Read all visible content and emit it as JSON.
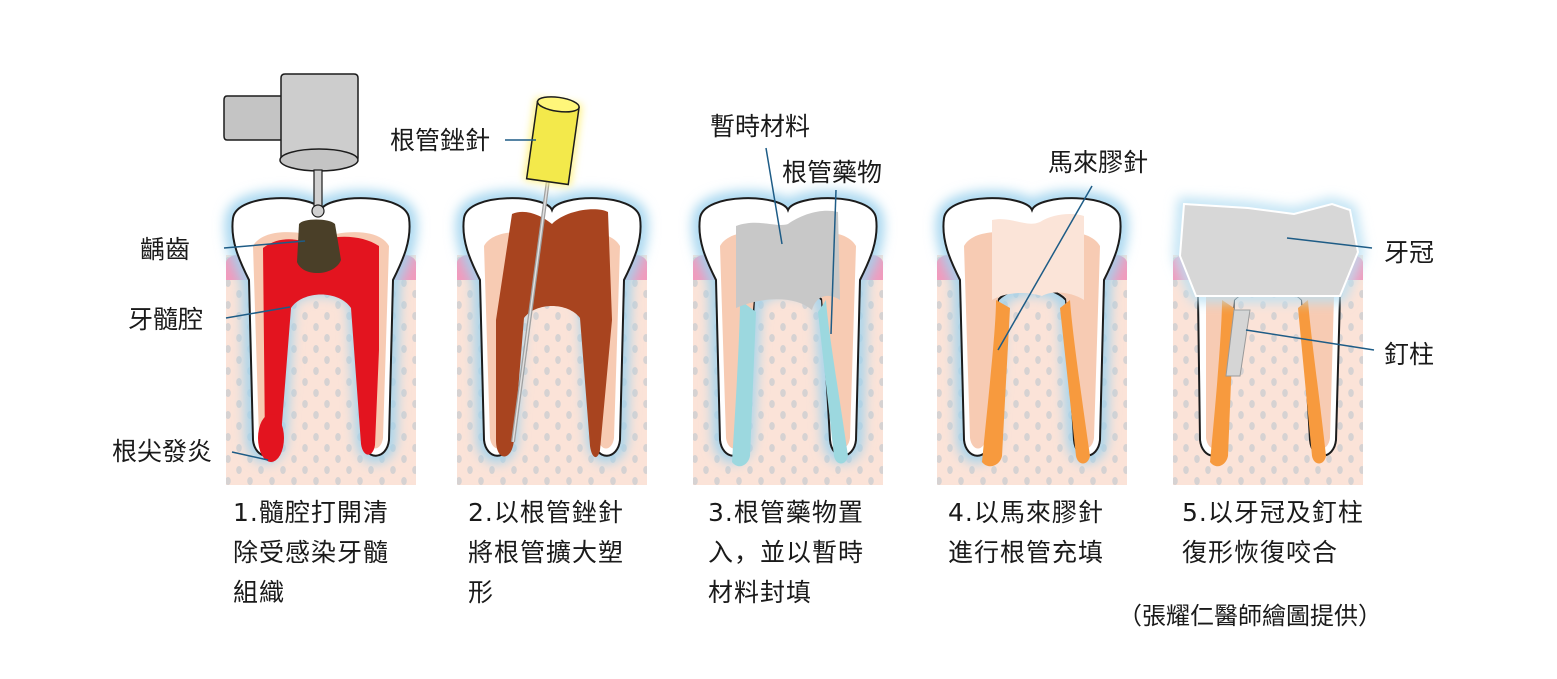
{
  "labels": {
    "caries": "齲齒",
    "pulp_chamber": "牙髓腔",
    "apical_inflammation": "根尖發炎",
    "root_canal_file": "根管銼針",
    "temporary_material": "暫時材料",
    "canal_medication": "根管藥物",
    "gutta_percha": "馬來膠針",
    "crown": "牙冠",
    "post": "釘柱"
  },
  "steps": [
    {
      "lines": [
        "1.髓腔打開清",
        "除受感染牙髓",
        "組織"
      ]
    },
    {
      "lines": [
        "2.以根管銼針",
        "將根管擴大塑",
        "形"
      ]
    },
    {
      "lines": [
        "3.根管藥物置",
        "入，並以暫時",
        "材料封填"
      ]
    },
    {
      "lines": [
        "4.以馬來膠針",
        "進行根管充填"
      ]
    },
    {
      "lines": [
        "5.以牙冠及釘柱",
        "復形恢復咬合"
      ]
    }
  ],
  "credit": "（張耀仁醫師繪圖提供）",
  "colors": {
    "bone": "#fbe3d8",
    "bone_dots": "#d6d2d2",
    "gum": "#f29abc",
    "dentin": "#f7cbb3",
    "enamel": "#ffffff",
    "glow": "#bfe0f0",
    "outline": "#1c1c1c",
    "infected_pulp": "#e3141f",
    "caries": "#4a3f28",
    "shaped_canal": "#a8441f",
    "file_handle": "#f3e94b",
    "medication": "#9cd8df",
    "temporary_material": "#c8c8c8",
    "gutta_percha": "#f79a3e",
    "crown": "#d7d7d7",
    "leader_line": "#1e5c86"
  }
}
